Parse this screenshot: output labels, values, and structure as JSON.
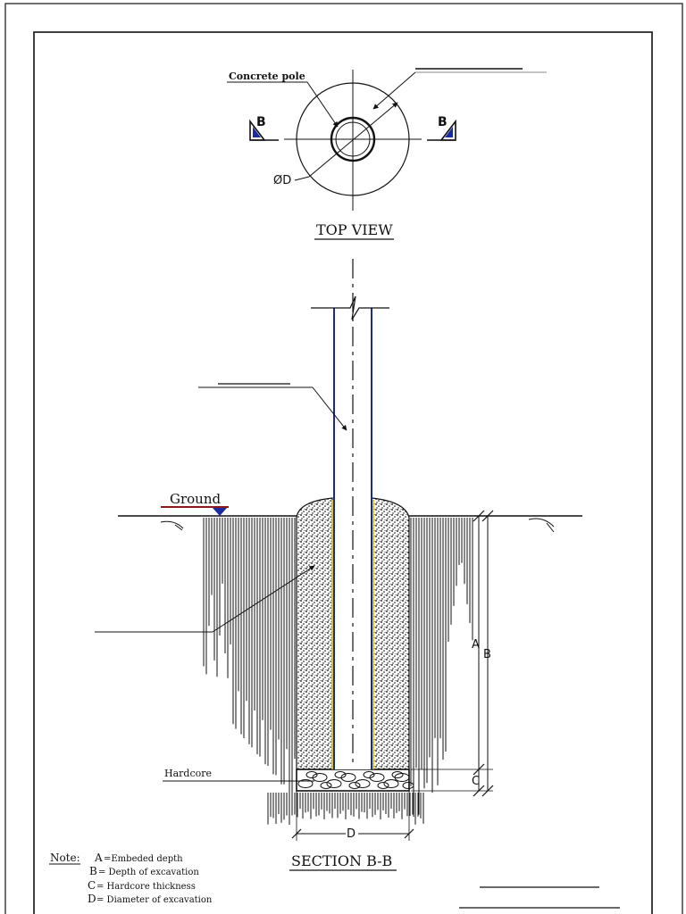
{
  "top_view": {
    "pole_label": "Concrete  pole",
    "diameter_label": "ØD",
    "section_mark_left": "B",
    "section_mark_right": "B",
    "title": "TOP VIEW"
  },
  "section": {
    "ground_label": "Ground",
    "hardcore_label": "Hardcore",
    "dim_a": "A",
    "dim_b": "B",
    "dim_c": "C",
    "dim_d": "D",
    "title": "SECTION  B-B"
  },
  "notes": {
    "heading": "Note:",
    "items": [
      {
        "key": "A",
        "text": "=Embeded depth"
      },
      {
        "key": "B",
        "text": "= Depth of excavation"
      },
      {
        "key": "C",
        "text": "= Hardcore thickness"
      },
      {
        "key": "D",
        "text": "= Diameter of excavation"
      }
    ]
  },
  "colors": {
    "ink": "#111111",
    "pole_edge_blue": "#1a2a8a",
    "pole_edge_yellow": "#d8c400",
    "ground_line_red": "#8a1a1a",
    "marker_blue": "#1a2aa0"
  }
}
